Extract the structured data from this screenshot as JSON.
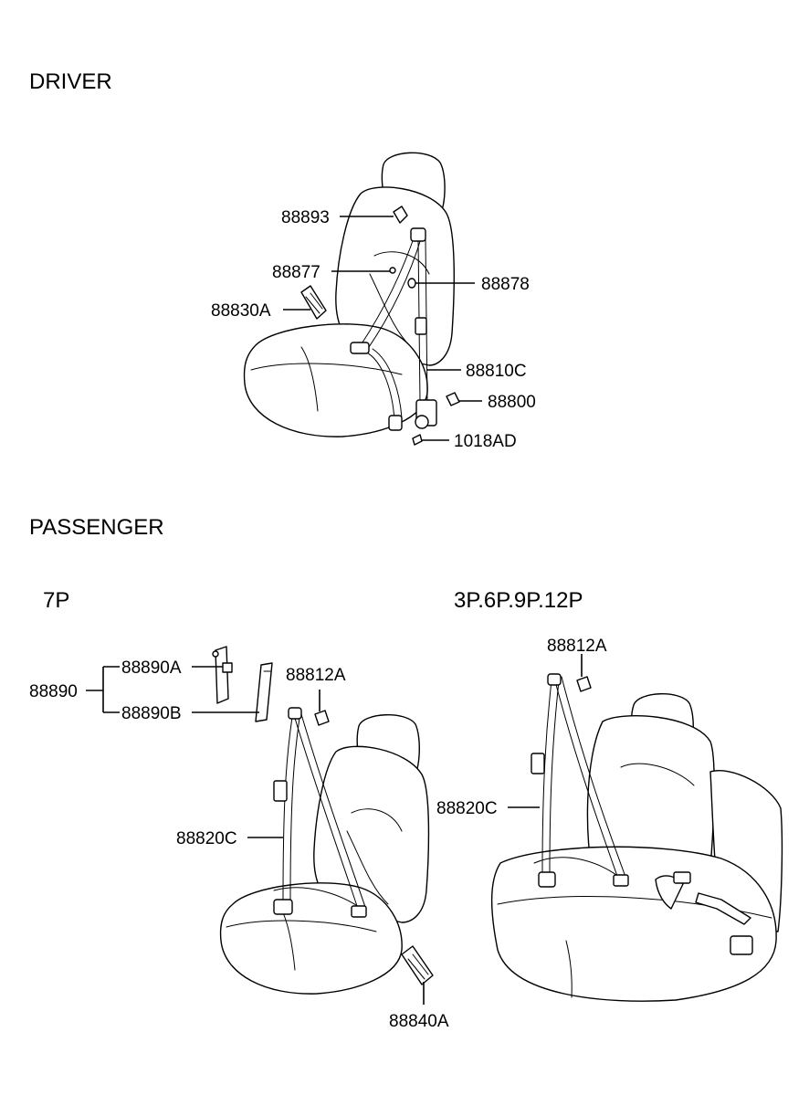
{
  "sections": {
    "driver": "DRIVER",
    "passenger": "PASSENGER",
    "seven_p": "7P",
    "multi_p": "3P.6P.9P.12P"
  },
  "driver_parts": {
    "p88893": "88893",
    "p88877": "88877",
    "p88878": "88878",
    "p88830A": "88830A",
    "p88810C": "88810C",
    "p88800": "88800",
    "p1018AD": "1018AD"
  },
  "passenger_7p_parts": {
    "p88890": "88890",
    "p88890A": "88890A",
    "p88890B": "88890B",
    "p88812A": "88812A",
    "p88820C": "88820C",
    "p88840A": "88840A"
  },
  "passenger_multi_parts": {
    "p88812A": "88812A",
    "p88820C": "88820C"
  }
}
